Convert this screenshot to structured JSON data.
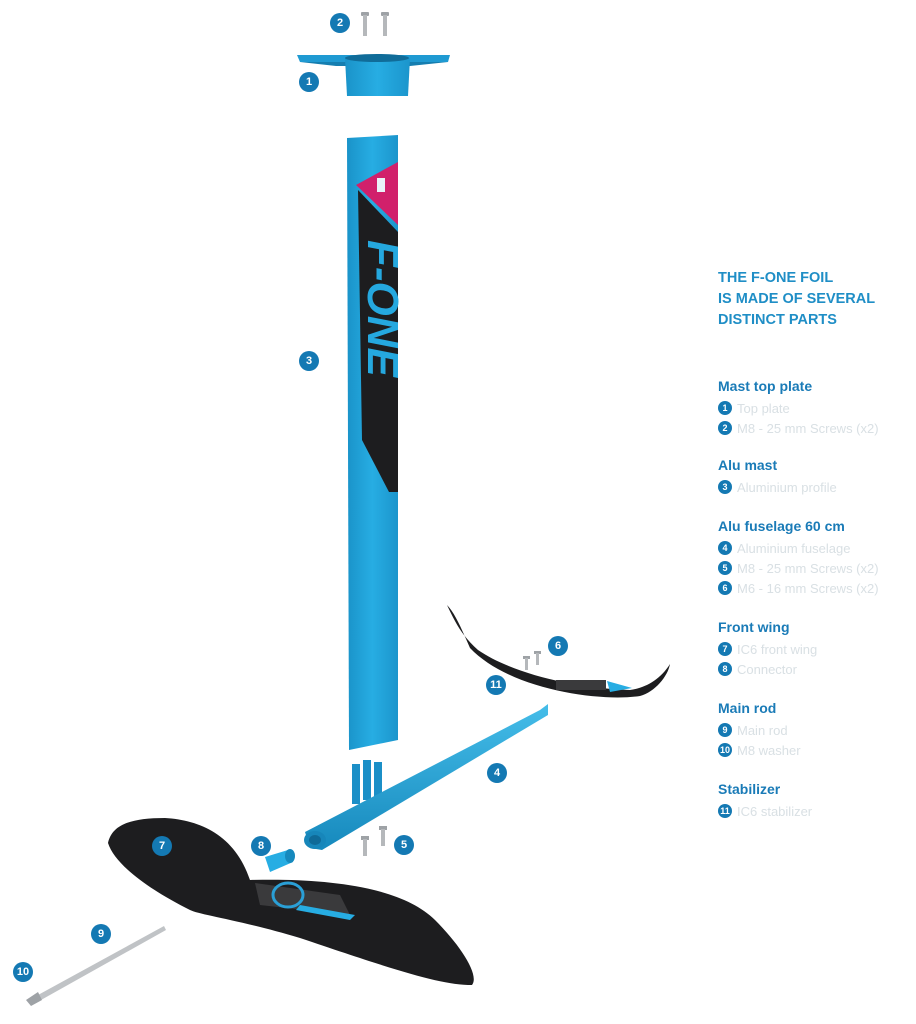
{
  "legend": {
    "title_lines": [
      "THE F-ONE FOIL",
      "IS MADE OF SEVERAL",
      "DISTINCT PARTS"
    ],
    "groups": [
      {
        "heading": "Mast top plate",
        "items": [
          {
            "num": "1",
            "label": "Top plate"
          },
          {
            "num": "2",
            "label": "M8 - 25 mm Screws (x2)"
          }
        ]
      },
      {
        "heading": "Alu mast",
        "items": [
          {
            "num": "3",
            "label": "Aluminium profile"
          }
        ]
      },
      {
        "heading": "Alu fuselage 60 cm",
        "items": [
          {
            "num": "4",
            "label": "Aluminium fuselage"
          },
          {
            "num": "5",
            "label": "M8 - 25 mm Screws (x2)"
          },
          {
            "num": "6",
            "label": "M6 - 16 mm Screws (x2)"
          }
        ]
      },
      {
        "heading": "Front wing",
        "items": [
          {
            "num": "7",
            "label": "IC6 front wing"
          },
          {
            "num": "8",
            "label": "Connector"
          }
        ]
      },
      {
        "heading": "Main rod",
        "items": [
          {
            "num": "9",
            "label": "Main rod"
          },
          {
            "num": "10",
            "label": "M8 washer"
          }
        ]
      },
      {
        "heading": "Stabilizer",
        "items": [
          {
            "num": "11",
            "label": "IC6 stabilizer"
          }
        ]
      }
    ]
  },
  "callouts": [
    "1",
    "2",
    "3",
    "4",
    "5",
    "6",
    "7",
    "8",
    "9",
    "10",
    "11"
  ],
  "mast_logo_text": "F-ONE",
  "colors": {
    "accent": "#1479b3",
    "title": "#1f8ec6",
    "mast_blue": "#1ea3d8",
    "carbon": "#1d1d1f",
    "magenta": "#d1206b",
    "steel": "#b5b8bb"
  }
}
